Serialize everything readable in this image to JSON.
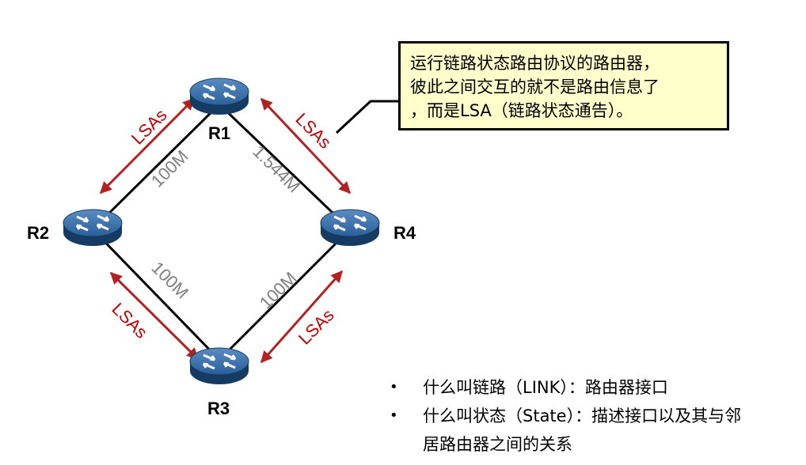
{
  "routers": [
    {
      "id": "R1",
      "label": "R1"
    },
    {
      "id": "R2",
      "label": "R2"
    },
    {
      "id": "R3",
      "label": "R3"
    },
    {
      "id": "R4",
      "label": "R4"
    }
  ],
  "links": [
    {
      "from": "R1",
      "to": "R2",
      "bandwidth": "100M"
    },
    {
      "from": "R1",
      "to": "R4",
      "bandwidth": "1.544M"
    },
    {
      "from": "R2",
      "to": "R3",
      "bandwidth": "100M"
    },
    {
      "from": "R3",
      "to": "R4",
      "bandwidth": "100M"
    }
  ],
  "lsa_label": "LSAs",
  "colors": {
    "lsa_arrow": "#b22222",
    "link_line": "#000000",
    "router_body": "#1f4e79",
    "callout_bg": "#ffffcc"
  },
  "callout": {
    "lines": [
      "运行链路状态路由协议的路由器，",
      "彼此之间交互的就不是路由信息了",
      "，而是LSA（链路状态通告）。"
    ]
  },
  "bullets": [
    {
      "lines": [
        "什么叫链路（LINK）：路由器接口"
      ]
    },
    {
      "lines": [
        "什么叫状态（State）：描述接口以及其与邻",
        "居路由器之间的关系"
      ]
    }
  ]
}
